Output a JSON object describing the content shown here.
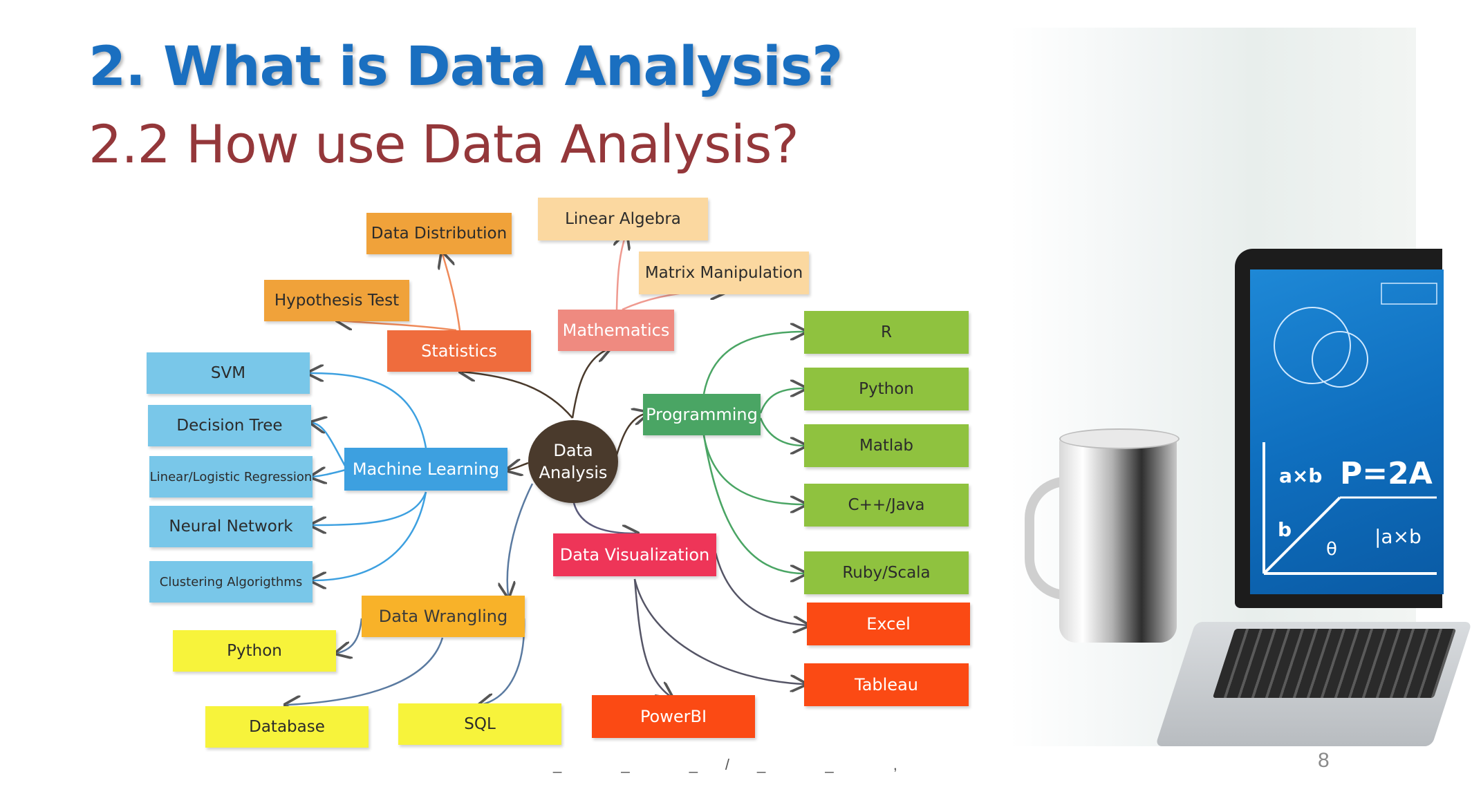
{
  "slide": {
    "title": "2. What is Data Analysis?",
    "subtitle": "2.2 How use Data Analysis?",
    "page_number": "8",
    "footer_marks": "_ _ _/_ _ ,"
  },
  "mindmap": {
    "center": {
      "line1": "Data",
      "line2": "Analysis"
    },
    "branches": {
      "statistics": "Statistics",
      "mathematics": "Mathematics",
      "programming": "Programming",
      "machine_learning": "Machine Learning",
      "data_visualization": "Data Visualization",
      "data_wrangling": "Data Wrangling"
    },
    "statistics_children": [
      "Data Distribution",
      "Hypothesis Test"
    ],
    "mathematics_children": [
      "Linear Algebra",
      "Matrix Manipulation"
    ],
    "programming_children": [
      "R",
      "Python",
      "Matlab",
      "C++/Java",
      "Ruby/Scala"
    ],
    "machine_learning_children": [
      "SVM",
      "Decision Tree",
      "Linear/Logistic Regression",
      "Neural Network",
      "Clustering Algorigthms"
    ],
    "data_visualization_children": [
      "Excel",
      "Tableau",
      "PowerBI"
    ],
    "data_wrangling_children": [
      "Python",
      "Database",
      "SQL"
    ]
  },
  "photo": {
    "formula_main": "P=2A",
    "formula_small": "a×b",
    "formula_b": "b",
    "formula_theta": "θ",
    "formula_abs": "|a×b"
  },
  "colors": {
    "title": "#1a6fc0",
    "subtitle": "#94373a",
    "center": "#4a3a2c",
    "statistics": "#ef6c3d",
    "mathematics": "#ef8a80",
    "programming": "#4aa564",
    "machine_learning": "#3da0e0",
    "data_visualization": "#ee3558",
    "data_wrangling": "#f8b229",
    "orange_leaf": "#f0a23a",
    "peach_leaf": "#fbd8a0",
    "green_leaf": "#8fc23f",
    "blue_leaf": "#79c7e9",
    "red_leaf": "#fb4a14",
    "yellow_leaf": "#f7f33b"
  }
}
